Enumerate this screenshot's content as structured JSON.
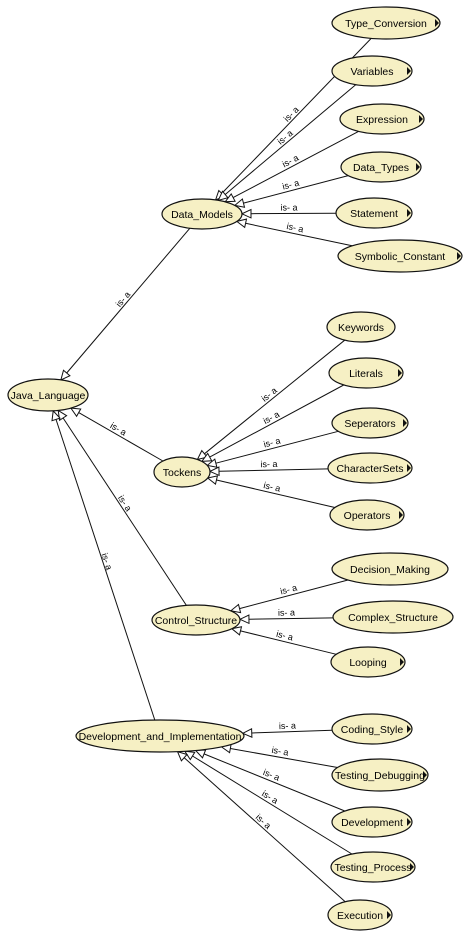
{
  "diagram": {
    "title": "",
    "relation_label": "is-a",
    "nodes": [
      {
        "id": "java",
        "label": "Java_Language"
      },
      {
        "id": "data_models",
        "label": "Data_Models"
      },
      {
        "id": "tockens",
        "label": "Tockens"
      },
      {
        "id": "control_structure",
        "label": "Control_Structure"
      },
      {
        "id": "dev_impl",
        "label": "Development_and_Implementation"
      },
      {
        "id": "type_conversion",
        "label": "Type_Conversion"
      },
      {
        "id": "variables",
        "label": "Variables"
      },
      {
        "id": "expression",
        "label": "Expression"
      },
      {
        "id": "data_types",
        "label": "Data_Types"
      },
      {
        "id": "statement",
        "label": "Statement"
      },
      {
        "id": "symbolic_constant",
        "label": "Symbolic_Constant"
      },
      {
        "id": "keywords",
        "label": "Keywords"
      },
      {
        "id": "literals",
        "label": "Literals"
      },
      {
        "id": "seperators",
        "label": "Seperators"
      },
      {
        "id": "charactersets",
        "label": "CharacterSets"
      },
      {
        "id": "operators",
        "label": "Operators"
      },
      {
        "id": "decision_making",
        "label": "Decision_Making"
      },
      {
        "id": "complex_structure",
        "label": "Complex_Structure"
      },
      {
        "id": "looping",
        "label": "Looping"
      },
      {
        "id": "coding_style",
        "label": "Coding_Style"
      },
      {
        "id": "testing_debugging",
        "label": "Testing_Debugging"
      },
      {
        "id": "development",
        "label": "Development"
      },
      {
        "id": "testing_process",
        "label": "Testing_Process"
      },
      {
        "id": "execution",
        "label": "Execution"
      }
    ],
    "edges": [
      {
        "from": "data_models",
        "to": "java",
        "label": "is- a"
      },
      {
        "from": "tockens",
        "to": "java",
        "label": "is- a"
      },
      {
        "from": "control_structure",
        "to": "java",
        "label": "is- a"
      },
      {
        "from": "dev_impl",
        "to": "java",
        "label": "is- a"
      },
      {
        "from": "type_conversion",
        "to": "data_models",
        "label": "is- a"
      },
      {
        "from": "variables",
        "to": "data_models",
        "label": "is- a"
      },
      {
        "from": "expression",
        "to": "data_models",
        "label": "is- a"
      },
      {
        "from": "data_types",
        "to": "data_models",
        "label": "is- a"
      },
      {
        "from": "statement",
        "to": "data_models",
        "label": "is- a"
      },
      {
        "from": "symbolic_constant",
        "to": "data_models",
        "label": "is- a"
      },
      {
        "from": "keywords",
        "to": "tockens",
        "label": "is- a"
      },
      {
        "from": "literals",
        "to": "tockens",
        "label": "is- a"
      },
      {
        "from": "seperators",
        "to": "tockens",
        "label": "is- a"
      },
      {
        "from": "charactersets",
        "to": "tockens",
        "label": "is- a"
      },
      {
        "from": "operators",
        "to": "tockens",
        "label": "is- a"
      },
      {
        "from": "decision_making",
        "to": "control_structure",
        "label": "is- a"
      },
      {
        "from": "complex_structure",
        "to": "control_structure",
        "label": "is- a"
      },
      {
        "from": "looping",
        "to": "control_structure",
        "label": "is- a"
      },
      {
        "from": "coding_style",
        "to": "dev_impl",
        "label": "is- a"
      },
      {
        "from": "testing_debugging",
        "to": "dev_impl",
        "label": "is- a"
      },
      {
        "from": "development",
        "to": "dev_impl",
        "label": "is- a"
      },
      {
        "from": "testing_process",
        "to": "dev_impl",
        "label": "is- a"
      },
      {
        "from": "execution",
        "to": "dev_impl",
        "label": "is- a"
      }
    ]
  },
  "colors": {
    "node_fill": "#f6f0c4",
    "stroke": "#111111",
    "background": "#ffffff"
  }
}
